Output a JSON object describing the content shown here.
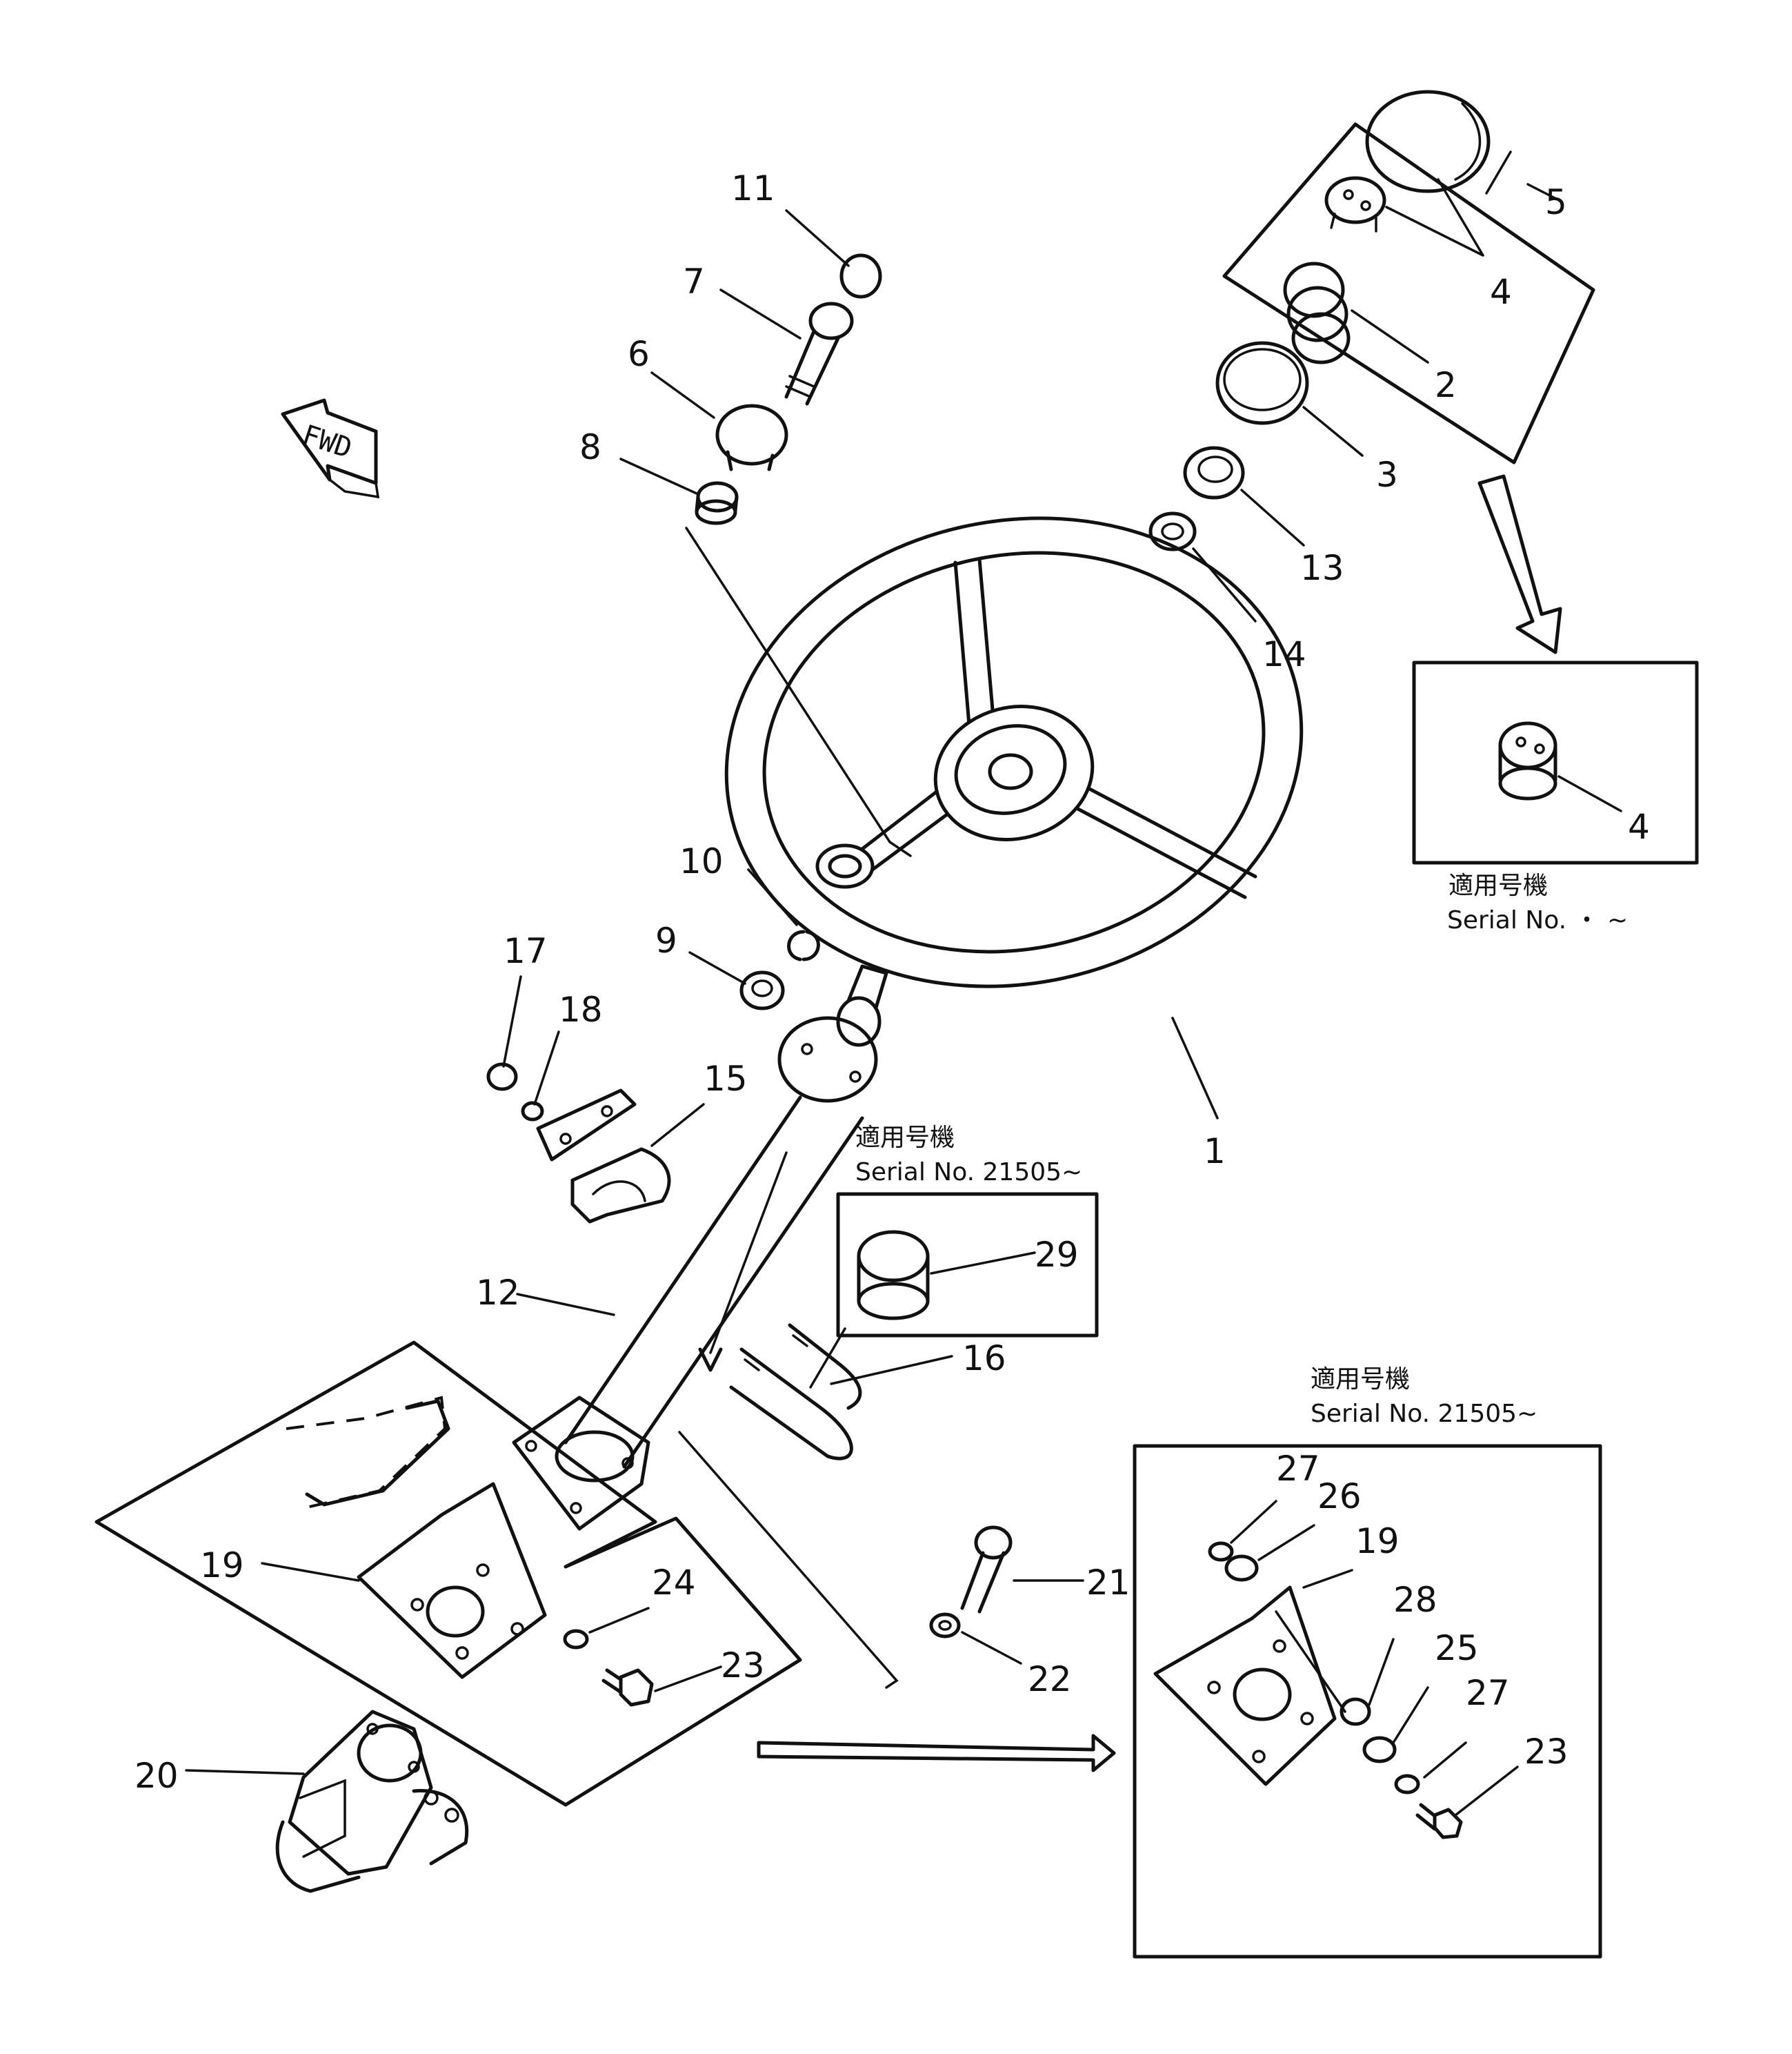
{
  "fwd_label": "FWD",
  "callouts": {
    "p1": "1",
    "p2": "2",
    "p3": "3",
    "p4": "4",
    "p4b": "4",
    "p5": "5",
    "p6": "6",
    "p7": "7",
    "p8": "8",
    "p9": "9",
    "p10": "10",
    "p11": "11",
    "p12": "12",
    "p13": "13",
    "p14": "14",
    "p15": "15",
    "p16": "16",
    "p17": "17",
    "p18": "18",
    "p19": "19",
    "p19b": "19",
    "p20": "20",
    "p21": "21",
    "p22": "22",
    "p23": "23",
    "p23b": "23",
    "p24": "24",
    "p25": "25",
    "p26": "26",
    "p27": "27",
    "p27b": "27",
    "p28": "28",
    "p29": "29"
  },
  "notes": {
    "horn_box_jp": "適用号機",
    "horn_box_serial": "Serial No.  ・ ~",
    "bushing_box_jp": "適用号機",
    "bushing_box_serial": "Serial No. 21505~",
    "bracket_box_jp": "適用号機",
    "bracket_box_serial": "Serial No. 21505~"
  }
}
